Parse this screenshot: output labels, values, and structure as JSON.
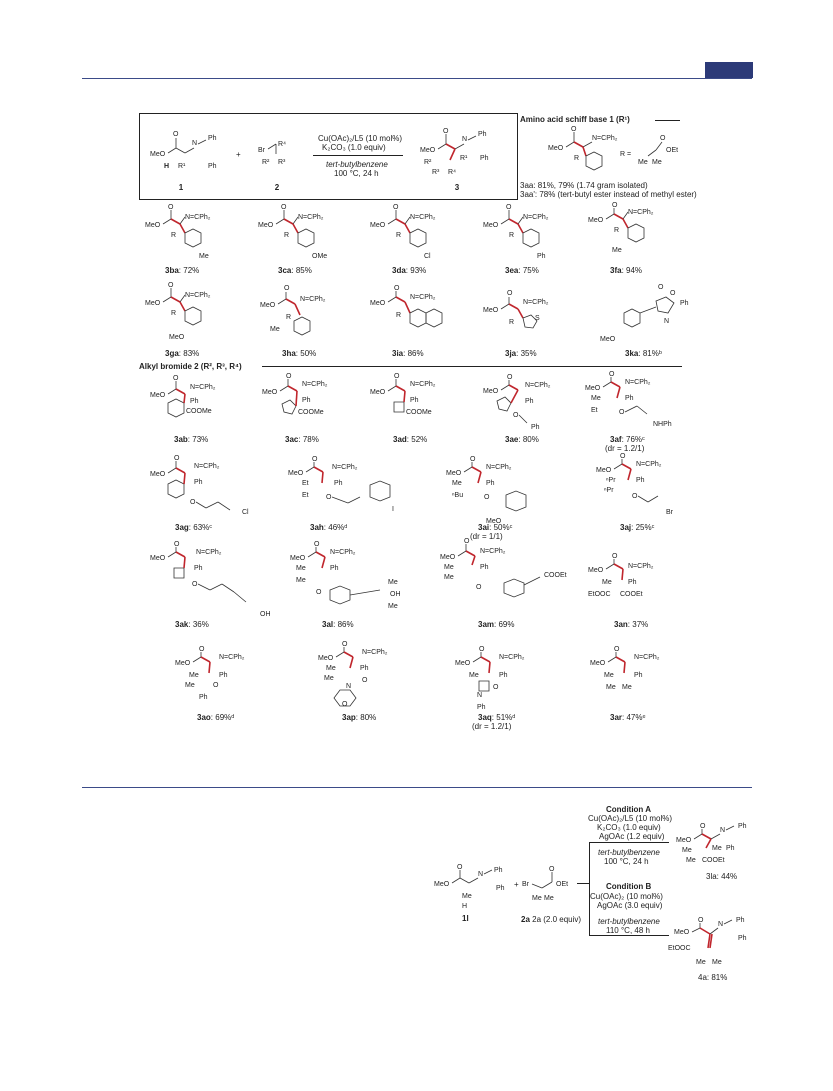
{
  "scheme1": {
    "catalyst": "Cu(OAc)₂/L5 (10 mol%)",
    "base": "K₂CO₃ (1.0 equiv)",
    "solvent": "tert-butylbenzene",
    "conditions": "100 °C, 24 h",
    "compound1": "1",
    "compound2": "2",
    "compound3": "3",
    "plus": "+"
  },
  "section_amino": "Amino acid schiff base 1 (R¹)",
  "section_alkyl": "Alkyl bromide 2 (R², R³, R⁴)",
  "aa_note1": "3aa: 81%, 79% (1.74 gram isolated)",
  "aa_note2": "3aa': 78% (tert-butyl ester instead of methyl ester)",
  "amino_products": [
    {
      "id": "3ba",
      "yield": "72%"
    },
    {
      "id": "3ca",
      "yield": "85%"
    },
    {
      "id": "3da",
      "yield": "93%"
    },
    {
      "id": "3ea",
      "yield": "75%"
    },
    {
      "id": "3fa",
      "yield": "94%"
    },
    {
      "id": "3ga",
      "yield": "83%"
    },
    {
      "id": "3ha",
      "yield": "50%"
    },
    {
      "id": "3ia",
      "yield": "86%"
    },
    {
      "id": "3ja",
      "yield": "35%"
    },
    {
      "id": "3ka",
      "yield": "81%ᵇ"
    }
  ],
  "alkyl_products": [
    {
      "id": "3ab",
      "yield": "73%",
      "dr": ""
    },
    {
      "id": "3ac",
      "yield": "78%",
      "dr": ""
    },
    {
      "id": "3ad",
      "yield": "52%",
      "dr": ""
    },
    {
      "id": "3ae",
      "yield": "80%",
      "dr": ""
    },
    {
      "id": "3af",
      "yield": "76%ᶜ",
      "dr": "(dr = 1.2/1)"
    },
    {
      "id": "3ag",
      "yield": "63%ᶜ",
      "dr": ""
    },
    {
      "id": "3ah",
      "yield": "46%ᵈ",
      "dr": ""
    },
    {
      "id": "3ai",
      "yield": "50%ᶜ",
      "dr": "(dr = 1/1)"
    },
    {
      "id": "3aj",
      "yield": "25%ᶜ",
      "dr": ""
    },
    {
      "id": "3ak",
      "yield": "36%",
      "dr": ""
    },
    {
      "id": "3al",
      "yield": "86%",
      "dr": ""
    },
    {
      "id": "3am",
      "yield": "69%",
      "dr": ""
    },
    {
      "id": "3an",
      "yield": "37%",
      "dr": ""
    },
    {
      "id": "3ao",
      "yield": "69%ᵈ",
      "dr": ""
    },
    {
      "id": "3ap",
      "yield": "80%",
      "dr": ""
    },
    {
      "id": "3aq",
      "yield": "51%ᵈ",
      "dr": "(dr = 1.2/1)"
    },
    {
      "id": "3ar",
      "yield": "47%ᵉ",
      "dr": ""
    }
  ],
  "scheme2": {
    "substrate": "1l",
    "reagent": "2a (2.0 equiv)",
    "condA_title": "Condition A",
    "condA_1": "Cu(OAc)₂/L5 (10 mol%)",
    "condA_2": "K₂CO₃ (1.0 equiv)",
    "condA_3": "AgOAc (1.2 equiv)",
    "condA_4": "tert-butylbenzene",
    "condA_5": "100 °C, 24 h",
    "condB_title": "Condition B",
    "condB_1": "Cu(OAc)₂ (10 mol%)",
    "condB_2": "AgOAc (3.0 equiv)",
    "condB_3": "tert-butylbenzene",
    "condB_4": "110 °C, 48 h",
    "prodA": "3la: 44%",
    "prodB": "4a: 81%"
  }
}
